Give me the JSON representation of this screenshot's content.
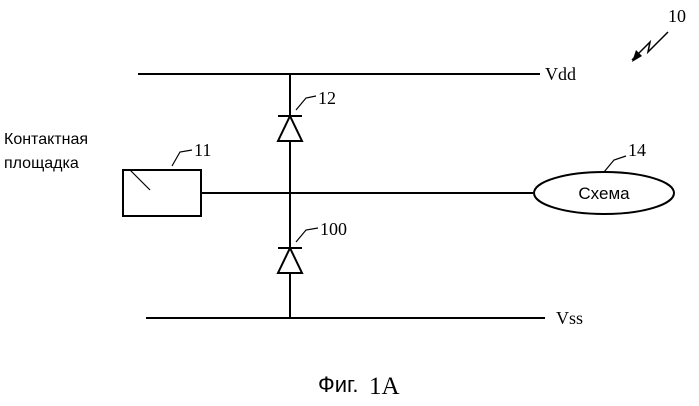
{
  "figure_ref": "10",
  "rails": {
    "vdd": "Vdd",
    "vss": "Vss"
  },
  "pad": {
    "ref": "11",
    "label_line1": "Контактная",
    "label_line2": "площадка"
  },
  "diode_top": {
    "ref": "12"
  },
  "diode_bottom": {
    "ref": "100"
  },
  "circuit": {
    "ref": "14",
    "label": "Схема"
  },
  "caption": {
    "prefix": "Фиг.",
    "number": "1A"
  }
}
